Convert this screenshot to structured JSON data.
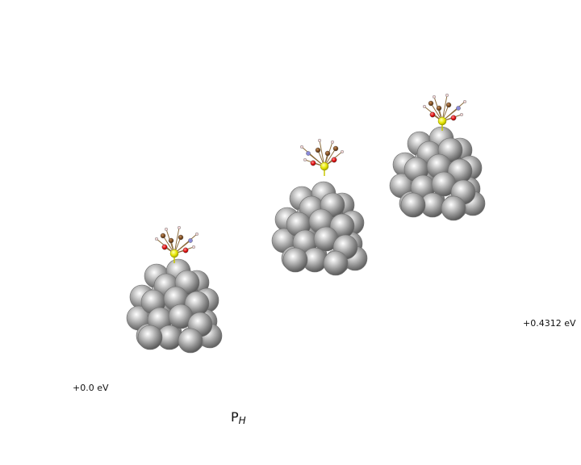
{
  "energies": {
    "left": "+0.0 eV",
    "right": "+0.4312 eV"
  },
  "panel": {
    "label_main": "P",
    "label_sub": "H"
  },
  "colors": {
    "metal": "#9a9a9a",
    "sulfur": "#e8e800",
    "carbon": "#7a4a1e",
    "oxygen": "#e01010",
    "nitrogen": "#8a8ad8",
    "hydrogen": "#f4d8d8",
    "bond": "#c8c800"
  },
  "structures": [
    {
      "name": "cluster-1-structure"
    },
    {
      "name": "cluster-2-structure"
    },
    {
      "name": "cluster-3-structure"
    }
  ]
}
